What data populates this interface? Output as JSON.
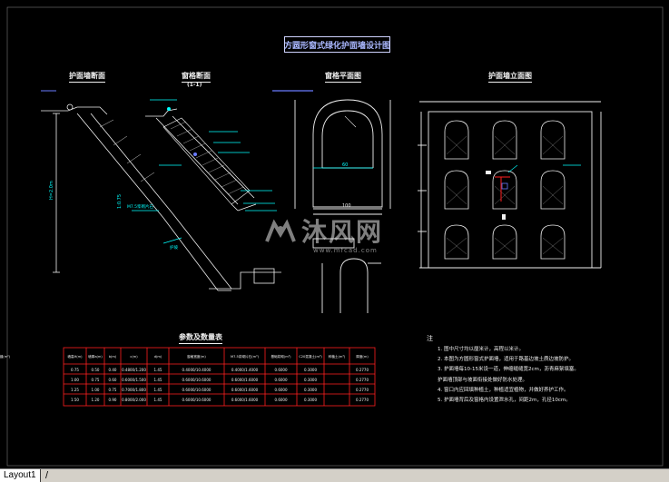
{
  "drawing": {
    "title": "方圆形窗式绿化护面墙设计图",
    "views": {
      "elevation_left": "护面墙断面",
      "section": "窗格断面",
      "section_sub": "(1-1)",
      "plan": "窗格平面图",
      "window_elevation": "护面墙立面图",
      "table_title": "参数及数量表"
    },
    "notes_head": "注",
    "notes": [
      "1. 图中尺寸均以厘米计，高程以米计。",
      "2. 本图为方圆形窗式护面墙，适用于路基边坡土质边坡防护。",
      "3. 护面墙每10-15米设一道，伸缩缝缝宽2cm，沥青麻絮填塞。",
      "   护面墙顶部与坡面衔接处做好防水处理。",
      "4. 窗口内应回填种植土，种植适宜植物，并做好养护工作。",
      "5. 护面墙背后及窗格内设置泄水孔，间距2m，孔径10cm。"
    ],
    "colors": {
      "line_white": "#f0f0f0",
      "accent_cyan": "#00ffff",
      "accent_blue": "#6a7bff",
      "table_red": "#ff2020",
      "bg": "#000000"
    }
  },
  "table": {
    "headers": [
      "墙高H(m)",
      "墙厚a(m)",
      "b(m)",
      "c(m)",
      "d(m)",
      "窗格宽度(m)",
      "M7.5浆砌片石(m³)",
      "基础浆砌(m³)",
      "C20混凝土(m³)",
      "种植土(m³)",
      "厚度(m)",
      "砂浆勾缝(m²)"
    ],
    "rows": [
      [
        "0.75",
        "0.50",
        "0.40",
        "0.4800/1.200",
        "1.45",
        "0.4000/10.4000",
        "0.4000/1.4000",
        "0.6000",
        "0.3000",
        "",
        "0.2770",
        ""
      ],
      [
        "1.00",
        "0.75",
        "0.60",
        "0.6000/1.500",
        "1.45",
        "0.6000/10.6000",
        "0.6000/1.6000",
        "0.6000",
        "0.3000",
        "",
        "0.2770",
        ""
      ],
      [
        "1.25",
        "1.00",
        "0.75",
        "0.7000/1.800",
        "1.45",
        "0.6000/10.6000",
        "0.6000/1.6000",
        "0.6000",
        "0.3000",
        "",
        "0.2770",
        ""
      ],
      [
        "1.50",
        "1.20",
        "0.90",
        "0.8000/2.000",
        "1.45",
        "0.6000/10.6000",
        "0.6000/1.6000",
        "0.6000",
        "0.3000",
        "",
        "0.2770",
        ""
      ]
    ]
  },
  "watermark": {
    "cn": "沐风网",
    "en": "www.mfcad.com"
  },
  "tabs": {
    "layout1": "Layout1"
  }
}
